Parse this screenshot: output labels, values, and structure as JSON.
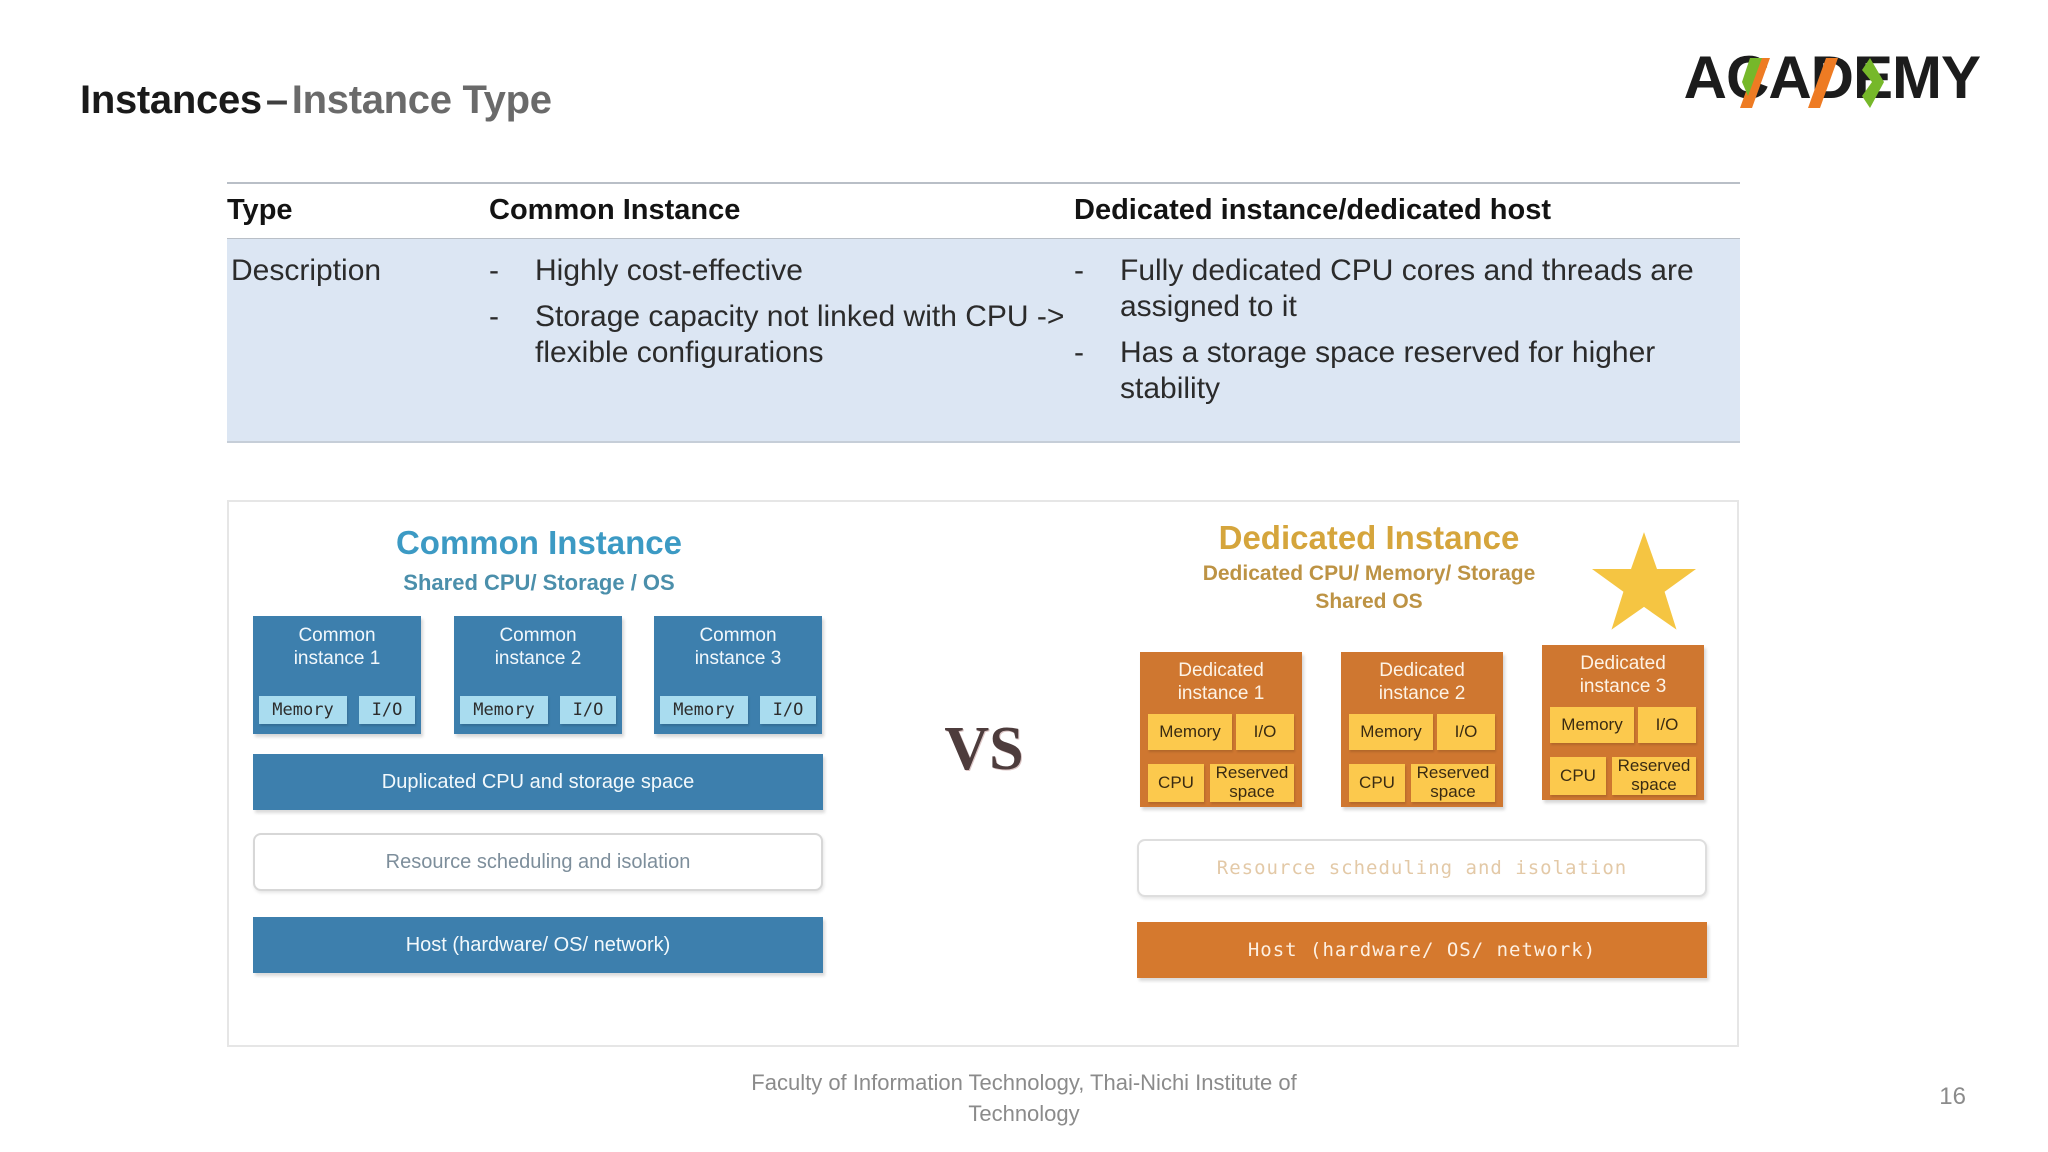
{
  "title": {
    "main": "Instances",
    "dash": "–",
    "sub": "Instance Type"
  },
  "brand": {
    "name": "ACADEMY",
    "accent_orange": "#ee7b23",
    "accent_green": "#76b82a",
    "text_color": "#1c1c1c"
  },
  "table": {
    "headers": [
      "Type",
      "Common Instance",
      "Dedicated instance/dedicated host"
    ],
    "row_label": "Description",
    "bullet_marker": "-",
    "common_bullets": [
      "Highly cost-effective",
      "Storage capacity not linked with CPU -> flexible configurations"
    ],
    "dedicated_bullets": [
      "Fully dedicated CPU cores and threads are assigned to it",
      "Has a storage space reserved for higher stability"
    ],
    "body_bg": "#dce6f3"
  },
  "diagram": {
    "vs_label": "VS",
    "common": {
      "title": "Common Instance",
      "subtitle": "Shared CPU/ Storage / OS",
      "title_color": "#3c9ac4",
      "card_color": "#3d7fad",
      "sub_color": "#a9dcef",
      "cards": [
        {
          "name_line1": "Common",
          "name_line2": "instance 1",
          "memory": "Memory",
          "io": "I/O"
        },
        {
          "name_line1": "Common",
          "name_line2": "instance 2",
          "memory": "Memory",
          "io": "I/O"
        },
        {
          "name_line1": "Common",
          "name_line2": "instance 3",
          "memory": "Memory",
          "io": "I/O"
        }
      ],
      "bars": [
        "Duplicated CPU and storage space",
        "Resource scheduling and isolation",
        "Host (hardware/ OS/ network)"
      ]
    },
    "dedicated": {
      "title": "Dedicated Instance",
      "subtitle_line1": "Dedicated CPU/ Memory/ Storage",
      "subtitle_line2": "Shared OS",
      "title_color": "#d5a53c",
      "card_color": "#cf7730",
      "sub_color": "#fcc94d",
      "star_color": "#f5c542",
      "cards": [
        {
          "name_line1": "Dedicated",
          "name_line2": "instance 1",
          "memory": "Memory",
          "io": "I/O",
          "cpu": "CPU",
          "reserved_line1": "Reserved",
          "reserved_line2": "space"
        },
        {
          "name_line1": "Dedicated",
          "name_line2": "instance 2",
          "memory": "Memory",
          "io": "I/O",
          "cpu": "CPU",
          "reserved_line1": "Reserved",
          "reserved_line2": "space"
        },
        {
          "name_line1": "Dedicated",
          "name_line2": "instance 3",
          "memory": "Memory",
          "io": "I/O",
          "cpu": "CPU",
          "reserved_line1": "Reserved",
          "reserved_line2": "space"
        }
      ],
      "bars": [
        "Resource scheduling and isolation",
        "Host (hardware/ OS/ network)"
      ]
    }
  },
  "footer": {
    "text": "Faculty of Information Technology, Thai-Nichi Institute of Technology",
    "page_number": "16"
  }
}
